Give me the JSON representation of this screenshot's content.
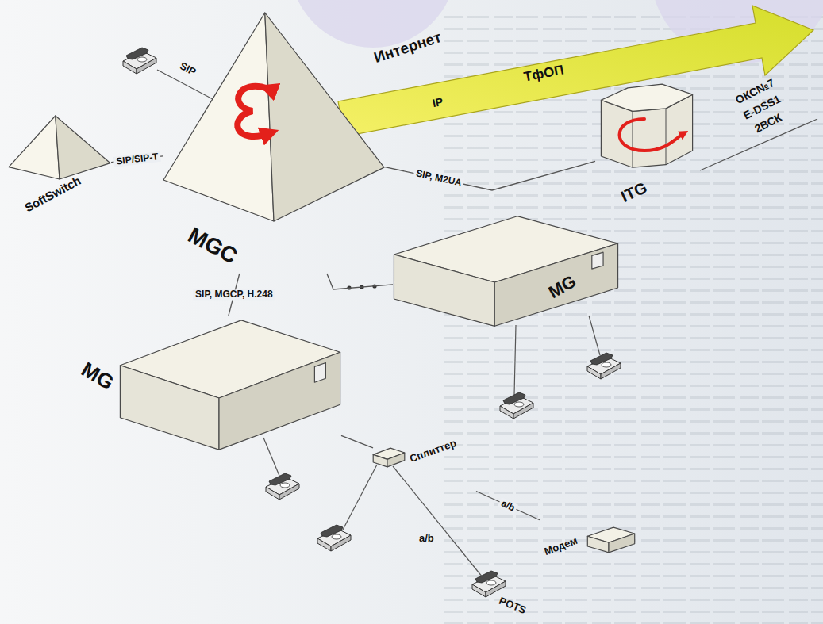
{
  "diagram": {
    "nodes": [
      {
        "text": [
          "SoftSwitch"
        ]
      },
      {
        "text": [
          "MGC"
        ]
      },
      {
        "text": [
          "ITG"
        ]
      },
      {
        "text": [
          "MG"
        ]
      },
      {
        "text": [
          "MG"
        ]
      },
      {
        "text": [
          "Сплиттер"
        ]
      },
      {
        "text": [
          "Модем"
        ]
      }
    ],
    "edges": [
      {
        "from": 0,
        "to": 1,
        "arrow": "none",
        "label": "SIP/SIP-T"
      },
      {
        "from": 1,
        "to": 2,
        "arrow": "none",
        "label": "SIP, M2UA"
      },
      {
        "from": 1,
        "to": 3,
        "arrow": "none"
      },
      {
        "from": 1,
        "to": 4,
        "arrow": "none",
        "label": "SIP, MGCP, H.248"
      },
      {
        "from": 4,
        "to": 5,
        "arrow": "none"
      },
      {
        "from": 5,
        "to": 6,
        "arrow": "none",
        "label": "a/b"
      }
    ],
    "labels": [
      "Интернет",
      "IP",
      "ТфОП",
      "ОКС№7",
      "E-DSS1",
      "2ВСК",
      "SIP",
      "a/b",
      "POTS"
    ]
  }
}
